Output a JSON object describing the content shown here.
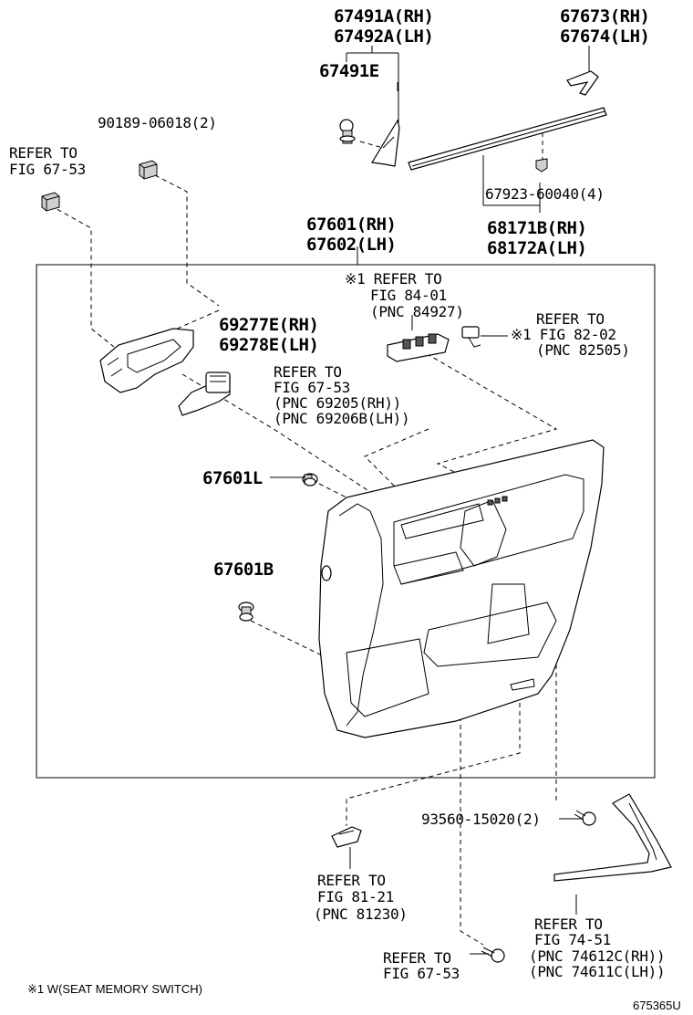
{
  "labels": {
    "l67491a": "67491A(RH)",
    "l67492a": "67492A(LH)",
    "l67491e": "67491E",
    "l67673": "67673(RH)",
    "l67674": "67674(LH)",
    "l90189": "90189-06018(2)",
    "refer_6753_top_1": "REFER TO",
    "refer_6753_top_2": "FIG 67-53",
    "l67923": "67923-60040(4)",
    "l68171b": "68171B(RH)",
    "l68172a": "68172A(LH)",
    "l67601": "67601(RH)",
    "l67602": "67602(LH)",
    "refer_8401_1": "※1 REFER TO",
    "refer_8401_2": "FIG 84-01",
    "refer_8401_3": "(PNC 84927)",
    "refer_8202_1": "REFER TO",
    "refer_8202_2": "※1 FIG 82-02",
    "refer_8202_3": "(PNC 82505)",
    "l69277e": "69277E(RH)",
    "l69278e": "69278E(LH)",
    "refer_6753_mid_1": "REFER TO",
    "refer_6753_mid_2": "FIG 67-53",
    "refer_6753_mid_3": "(PNC 69205(RH))",
    "refer_6753_mid_4": "(PNC 69206B(LH))",
    "l67601l": "67601L",
    "l67601b": "67601B",
    "l93560": "93560-15020(2)",
    "refer_8121_1": "REFER TO",
    "refer_8121_2": "FIG 81-21",
    "refer_8121_3": "(PNC 81230)",
    "refer_7451_1": "REFER TO",
    "refer_7451_2": "FIG 74-51",
    "refer_7451_3": "(PNC 74612C(RH))",
    "refer_7451_4": "(PNC 74611C(LH))",
    "refer_6753_bot_1": "REFER TO",
    "refer_6753_bot_2": "FIG 67-53",
    "footnote": "※1 W(SEAT MEMORY SWITCH)",
    "figure_code": "675365U"
  }
}
